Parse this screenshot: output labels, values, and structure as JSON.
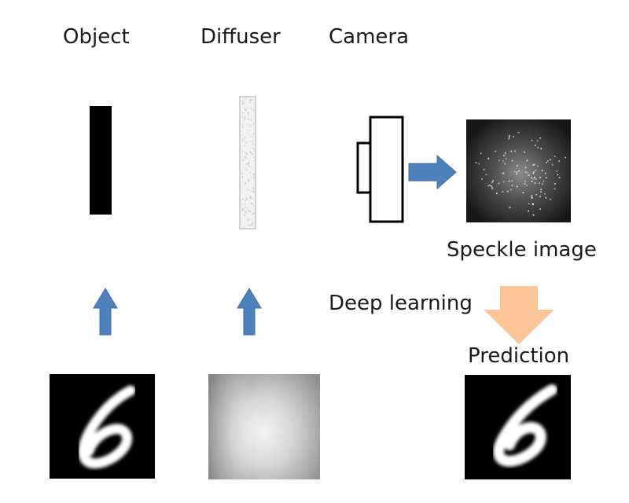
{
  "labels": {
    "object": "Object",
    "diffuser": "Diffuser",
    "camera": "Camera",
    "speckle": "Speckle image",
    "deep_learning": "Deep learning",
    "prediction": "Prediction"
  },
  "colors": {
    "blue_arrow": "#4f81bd",
    "orange_arrow": "#fbc598",
    "object_bar": "#000000",
    "diffuser_border": "#cfcfcf",
    "camera_stroke": "#000000"
  },
  "icons": {
    "object": "object-bar",
    "diffuser": "diffuser-plate",
    "camera": "camera-outline"
  }
}
